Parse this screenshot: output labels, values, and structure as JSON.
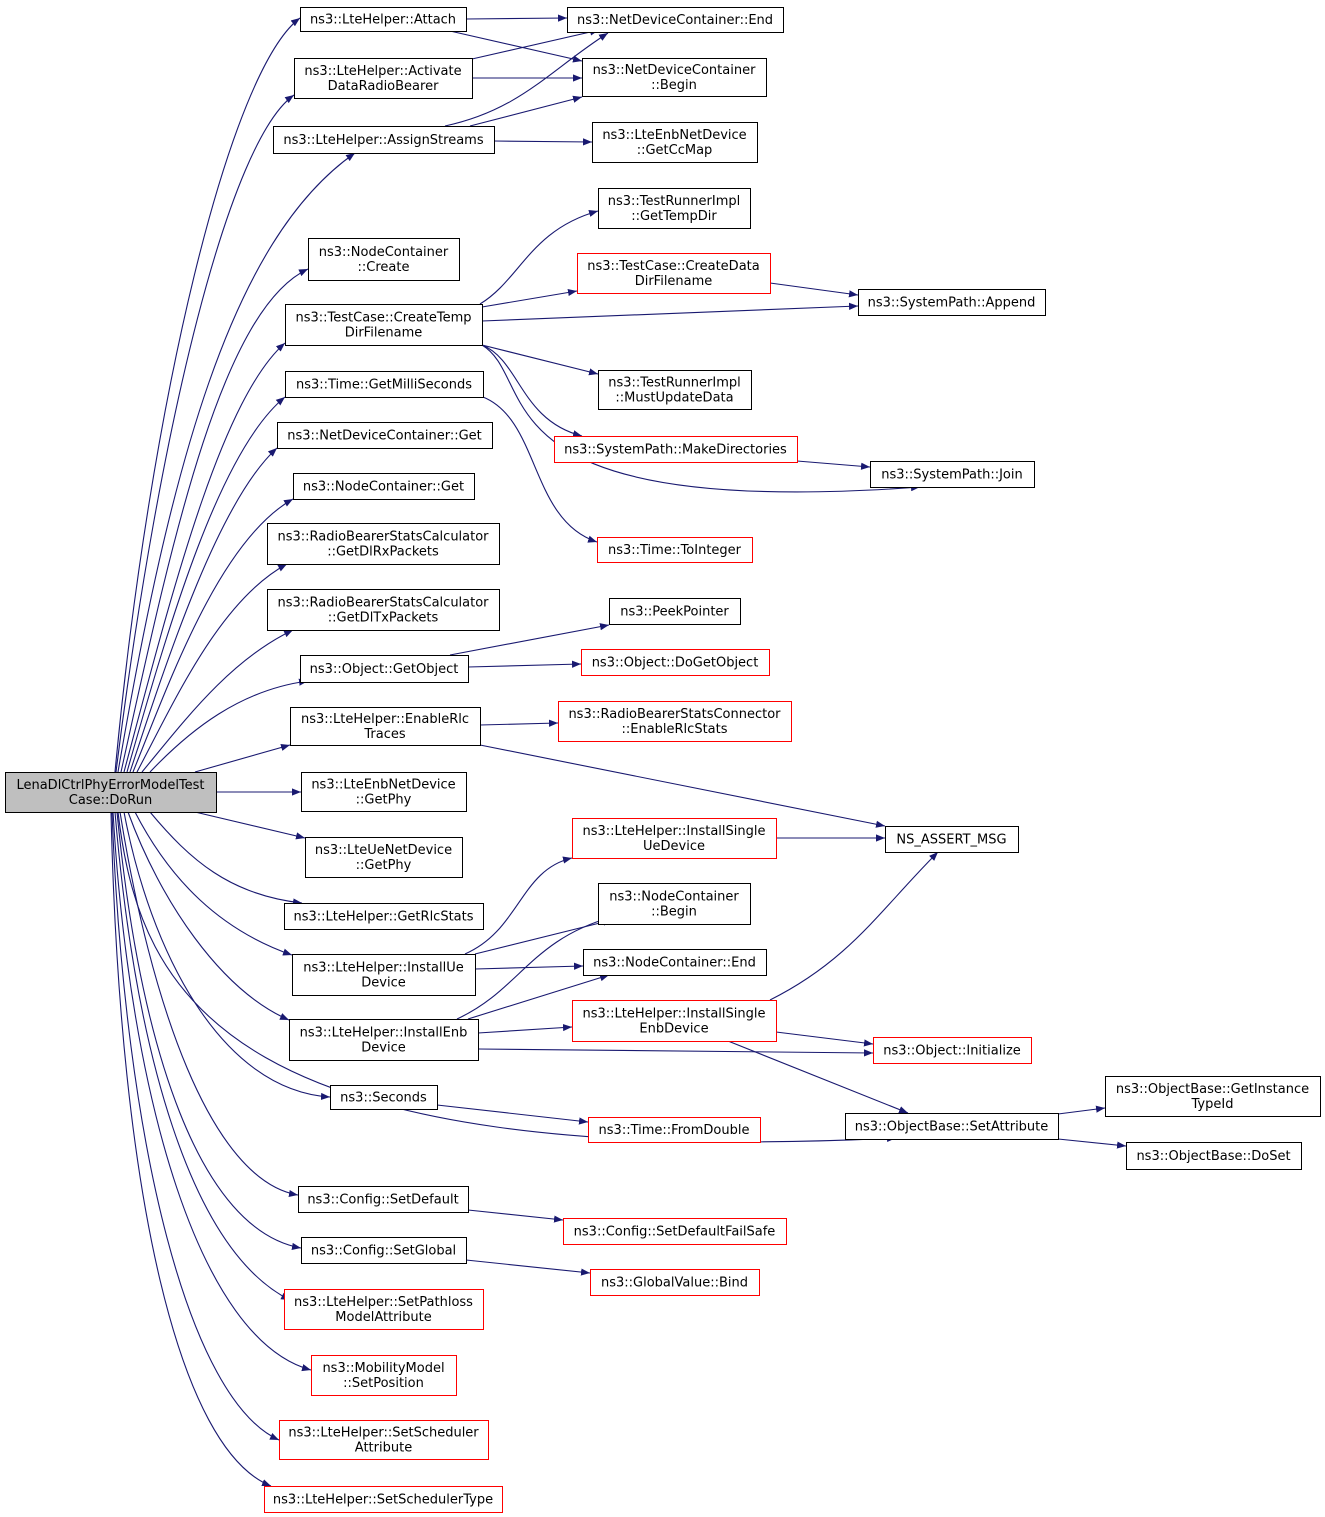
{
  "colors": {
    "edge": "#191970",
    "documented_border": "#000000",
    "undocumented_border": "#ff0000",
    "root_fill": "#bfbfbf",
    "background": "#ffffff"
  },
  "nodes": [
    {
      "id": "root",
      "lines": [
        "LenaDlCtrlPhyErrorModelTest",
        "Case::DoRun"
      ],
      "style": "root"
    },
    {
      "id": "attach",
      "lines": [
        "ns3::LteHelper::Attach"
      ],
      "style": "black"
    },
    {
      "id": "activate",
      "lines": [
        "ns3::LteHelper::Activate",
        "DataRadioBearer"
      ],
      "style": "black"
    },
    {
      "id": "assign",
      "lines": [
        "ns3::LteHelper::AssignStreams"
      ],
      "style": "black"
    },
    {
      "id": "nc_create",
      "lines": [
        "ns3::NodeContainer",
        "::Create"
      ],
      "style": "black"
    },
    {
      "id": "tc_tmp",
      "lines": [
        "ns3::TestCase::CreateTemp",
        "DirFilename"
      ],
      "style": "black"
    },
    {
      "id": "time_ms",
      "lines": [
        "ns3::Time::GetMilliSeconds"
      ],
      "style": "black"
    },
    {
      "id": "ndc_get",
      "lines": [
        "ns3::NetDeviceContainer::Get"
      ],
      "style": "black"
    },
    {
      "id": "nc_get",
      "lines": [
        "ns3::NodeContainer::Get"
      ],
      "style": "black"
    },
    {
      "id": "rbs_rx",
      "lines": [
        "ns3::RadioBearerStatsCalculator",
        "::GetDlRxPackets"
      ],
      "style": "black"
    },
    {
      "id": "rbs_tx",
      "lines": [
        "ns3::RadioBearerStatsCalculator",
        "::GetDlTxPackets"
      ],
      "style": "black"
    },
    {
      "id": "obj_get",
      "lines": [
        "ns3::Object::GetObject"
      ],
      "style": "black"
    },
    {
      "id": "enable_rlc",
      "lines": [
        "ns3::LteHelper::EnableRlc",
        "Traces"
      ],
      "style": "black"
    },
    {
      "id": "enb_phy",
      "lines": [
        "ns3::LteEnbNetDevice",
        "::GetPhy"
      ],
      "style": "black"
    },
    {
      "id": "ue_phy",
      "lines": [
        "ns3::LteUeNetDevice",
        "::GetPhy"
      ],
      "style": "black"
    },
    {
      "id": "rlc_stats",
      "lines": [
        "ns3::LteHelper::GetRlcStats"
      ],
      "style": "black"
    },
    {
      "id": "install_ue",
      "lines": [
        "ns3::LteHelper::InstallUe",
        "Device"
      ],
      "style": "black"
    },
    {
      "id": "install_enb",
      "lines": [
        "ns3::LteHelper::InstallEnb",
        "Device"
      ],
      "style": "black"
    },
    {
      "id": "seconds",
      "lines": [
        "ns3::Seconds"
      ],
      "style": "black"
    },
    {
      "id": "cfg_def",
      "lines": [
        "ns3::Config::SetDefault"
      ],
      "style": "black"
    },
    {
      "id": "cfg_glob",
      "lines": [
        "ns3::Config::SetGlobal"
      ],
      "style": "black"
    },
    {
      "id": "pathloss",
      "lines": [
        "ns3::LteHelper::SetPathloss",
        "ModelAttribute"
      ],
      "style": "red"
    },
    {
      "id": "mob_pos",
      "lines": [
        "ns3::MobilityModel",
        "::SetPosition"
      ],
      "style": "red"
    },
    {
      "id": "sched_attr",
      "lines": [
        "ns3::LteHelper::SetScheduler",
        "Attribute"
      ],
      "style": "red"
    },
    {
      "id": "sched_type",
      "lines": [
        "ns3::LteHelper::SetSchedulerType"
      ],
      "style": "red"
    },
    {
      "id": "ndc_end",
      "lines": [
        "ns3::NetDeviceContainer::End"
      ],
      "style": "black"
    },
    {
      "id": "ndc_begin",
      "lines": [
        "ns3::NetDeviceContainer",
        "::Begin"
      ],
      "style": "black"
    },
    {
      "id": "ccmap",
      "lines": [
        "ns3::LteEnbNetDevice",
        "::GetCcMap"
      ],
      "style": "black"
    },
    {
      "id": "tri_temp",
      "lines": [
        "ns3::TestRunnerImpl",
        "::GetTempDir"
      ],
      "style": "black"
    },
    {
      "id": "tc_data",
      "lines": [
        "ns3::TestCase::CreateData",
        "DirFilename"
      ],
      "style": "red"
    },
    {
      "id": "sp_append",
      "lines": [
        "ns3::SystemPath::Append"
      ],
      "style": "black"
    },
    {
      "id": "tri_must",
      "lines": [
        "ns3::TestRunnerImpl",
        "::MustUpdateData"
      ],
      "style": "black"
    },
    {
      "id": "sp_mkdirs",
      "lines": [
        "ns3::SystemPath::MakeDirectories"
      ],
      "style": "red"
    },
    {
      "id": "sp_join",
      "lines": [
        "ns3::SystemPath::Join"
      ],
      "style": "black"
    },
    {
      "id": "time_toint",
      "lines": [
        "ns3::Time::ToInteger"
      ],
      "style": "red"
    },
    {
      "id": "peek",
      "lines": [
        "ns3::PeekPointer"
      ],
      "style": "black"
    },
    {
      "id": "obj_doget",
      "lines": [
        "ns3::Object::DoGetObject"
      ],
      "style": "red"
    },
    {
      "id": "rbs_conn",
      "lines": [
        "ns3::RadioBearerStatsConnector",
        "::EnableRlcStats"
      ],
      "style": "red"
    },
    {
      "id": "ns_assert",
      "lines": [
        "NS_ASSERT_MSG"
      ],
      "style": "black"
    },
    {
      "id": "inst_single_ue",
      "lines": [
        "ns3::LteHelper::InstallSingle",
        "UeDevice"
      ],
      "style": "red"
    },
    {
      "id": "nc_begin",
      "lines": [
        "ns3::NodeContainer",
        "::Begin"
      ],
      "style": "black"
    },
    {
      "id": "nc_end",
      "lines": [
        "ns3::NodeContainer::End"
      ],
      "style": "black"
    },
    {
      "id": "inst_single_enb",
      "lines": [
        "ns3::LteHelper::InstallSingle",
        "EnbDevice"
      ],
      "style": "red"
    },
    {
      "id": "obj_init",
      "lines": [
        "ns3::Object::Initialize"
      ],
      "style": "red"
    },
    {
      "id": "time_fromd",
      "lines": [
        "ns3::Time::FromDouble"
      ],
      "style": "red"
    },
    {
      "id": "ob_setattr",
      "lines": [
        "ns3::ObjectBase::SetAttribute"
      ],
      "style": "black"
    },
    {
      "id": "ob_getinst",
      "lines": [
        "ns3::ObjectBase::GetInstance",
        "TypeId"
      ],
      "style": "black"
    },
    {
      "id": "ob_doset",
      "lines": [
        "ns3::ObjectBase::DoSet"
      ],
      "style": "black"
    },
    {
      "id": "cfg_failsafe",
      "lines": [
        "ns3::Config::SetDefaultFailSafe"
      ],
      "style": "red"
    },
    {
      "id": "gv_bind",
      "lines": [
        "ns3::GlobalValue::Bind"
      ],
      "style": "red"
    }
  ]
}
